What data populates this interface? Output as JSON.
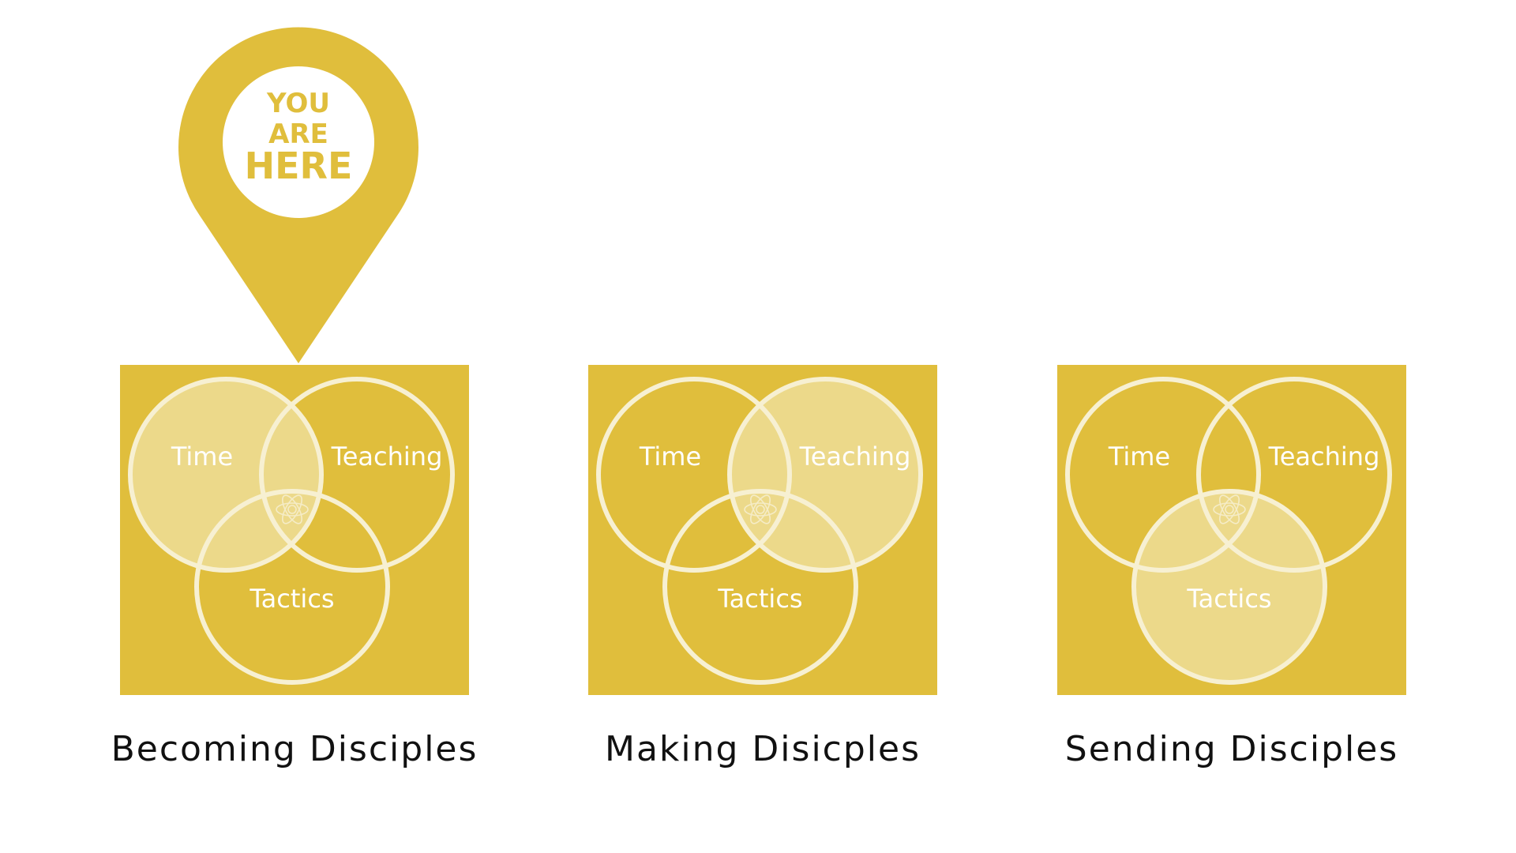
{
  "colors": {
    "panel": "#E0BE3C",
    "highlight": "#ECD98A",
    "stroke": "#F7F0D2",
    "caption": "#111111",
    "pin_circle": "#FFFFFF"
  },
  "pin": {
    "line1": "YOU",
    "line2": "ARE",
    "line3": "HERE"
  },
  "panels": [
    {
      "caption": "Becoming Disciples",
      "highlighted": "Time",
      "labels": {
        "time": "Time",
        "teaching": "Teaching",
        "tactics": "Tactics"
      }
    },
    {
      "caption": "Making Disicples",
      "highlighted": "Teaching",
      "labels": {
        "time": "Time",
        "teaching": "Teaching",
        "tactics": "Tactics"
      }
    },
    {
      "caption": "Sending Disciples",
      "highlighted": "Tactics",
      "labels": {
        "time": "Time",
        "teaching": "Teaching",
        "tactics": "Tactics"
      }
    }
  ]
}
